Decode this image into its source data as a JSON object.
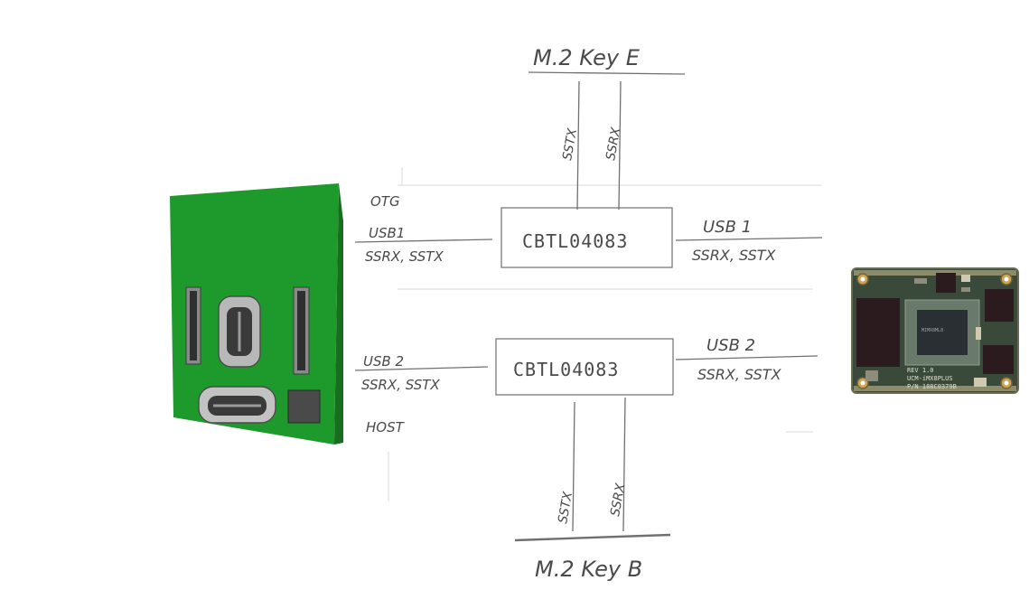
{
  "m2_key_e": {
    "title": "M.2 Key E",
    "sstx": "SSTX",
    "ssrx": "SSRX"
  },
  "m2_key_b": {
    "title": "M.2 Key B",
    "sstx": "SSTX",
    "ssrx": "SSRX"
  },
  "mux_top": {
    "chip": "CBTL04083",
    "left_role": "OTG",
    "left_port": "USB1",
    "left_signals": "SSRX, SSTX",
    "right_port": "USB 1",
    "right_signals": "SSRX, SSTX"
  },
  "mux_bottom": {
    "chip": "CBTL04083",
    "left_role": "HOST",
    "left_port": "USB 2",
    "left_signals": "SSRX, SSTX",
    "right_port": "USB 2",
    "right_signals": "SSRX, SSTX"
  },
  "som": {
    "silk_1": "UCM-iMX8PLUS",
    "silk_2": "P/N 188C0379B",
    "silk_3": "REV 1.0"
  },
  "colors": {
    "pcb_green": "#1e9a2c",
    "ink": "#4a4a4a",
    "som_board": "#3a4a3a",
    "soc": "#2a2f33"
  }
}
